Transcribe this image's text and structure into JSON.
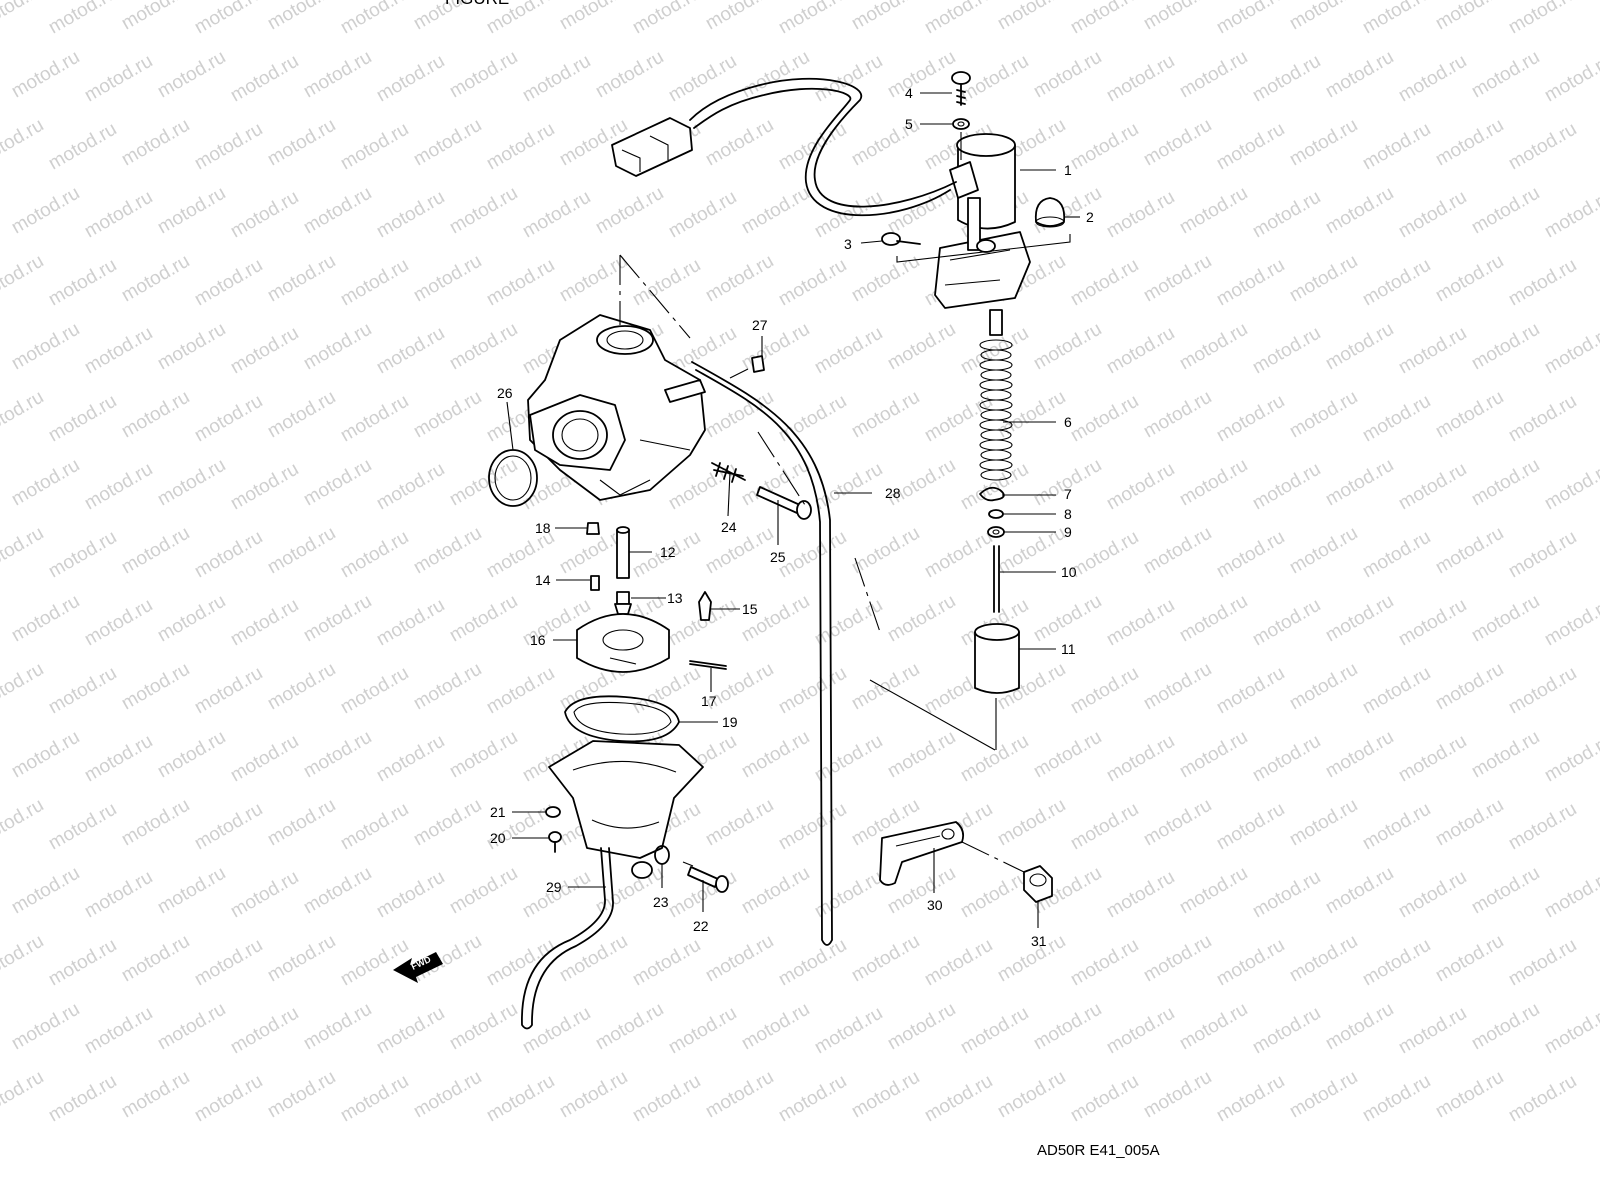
{
  "header_fragment": "FIGURE",
  "drawing_code": "AD50R E41_005A",
  "watermark_text": "motod.ru",
  "fwd_label": "FWD",
  "callouts": {
    "c1": "1",
    "c2": "2",
    "c3": "3",
    "c4": "4",
    "c5": "5",
    "c6": "6",
    "c7": "7",
    "c8": "8",
    "c9": "9",
    "c10": "10",
    "c11": "11",
    "c12": "12",
    "c13": "13",
    "c14": "14",
    "c15": "15",
    "c16": "16",
    "c17": "17",
    "c18": "18",
    "c19": "19",
    "c20": "20",
    "c21": "21",
    "c22": "22",
    "c23": "23",
    "c24": "24",
    "c25": "25",
    "c26": "26",
    "c27": "27",
    "c28": "28",
    "c29": "29",
    "c30": "30",
    "c31": "31"
  },
  "colors": {
    "line": "#000000",
    "watermark": "#cfcfcf",
    "background": "#ffffff"
  }
}
